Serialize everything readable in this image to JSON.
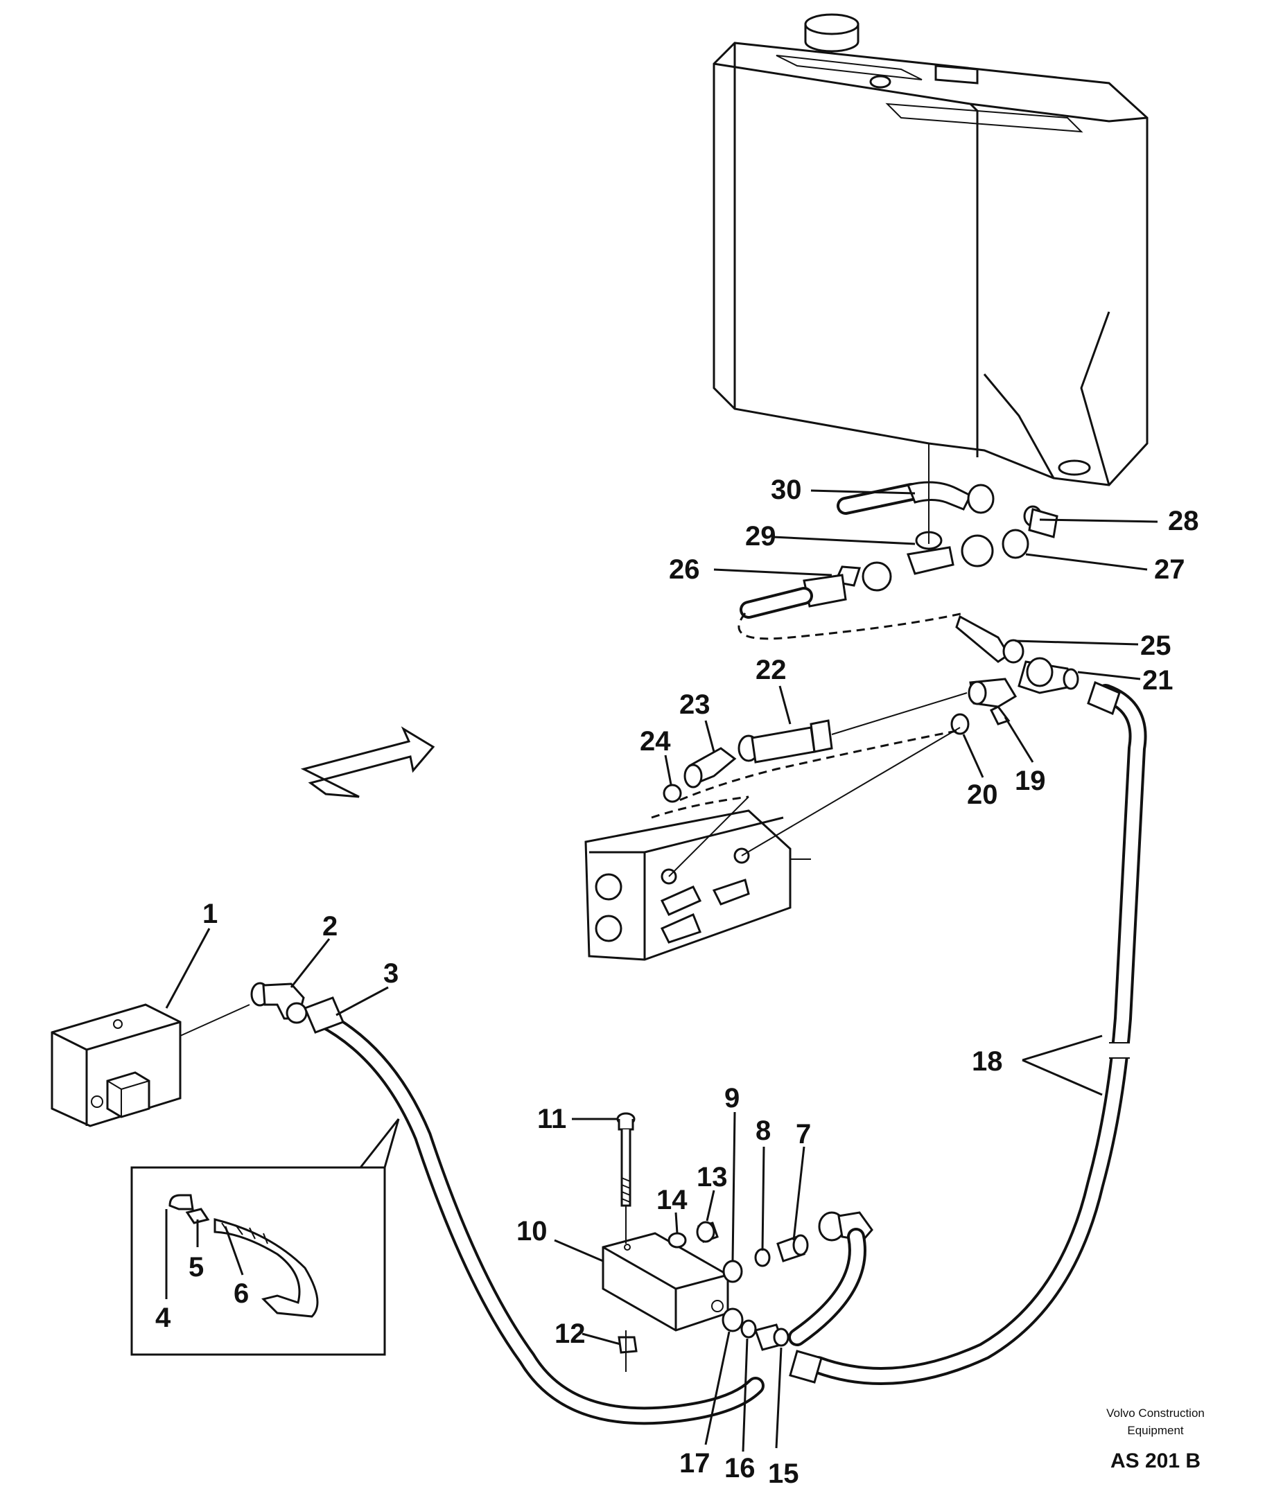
{
  "callouts": [
    "1",
    "2",
    "3",
    "4",
    "5",
    "6",
    "7",
    "8",
    "9",
    "10",
    "11",
    "12",
    "13",
    "14",
    "15",
    "16",
    "17",
    "18",
    "19",
    "20",
    "21",
    "22",
    "23",
    "24",
    "25",
    "26",
    "27",
    "28",
    "29",
    "30"
  ],
  "footer": {
    "company_line1": "Volvo Construction",
    "company_line2": "Equipment",
    "doc_id": "AS 201 B"
  }
}
